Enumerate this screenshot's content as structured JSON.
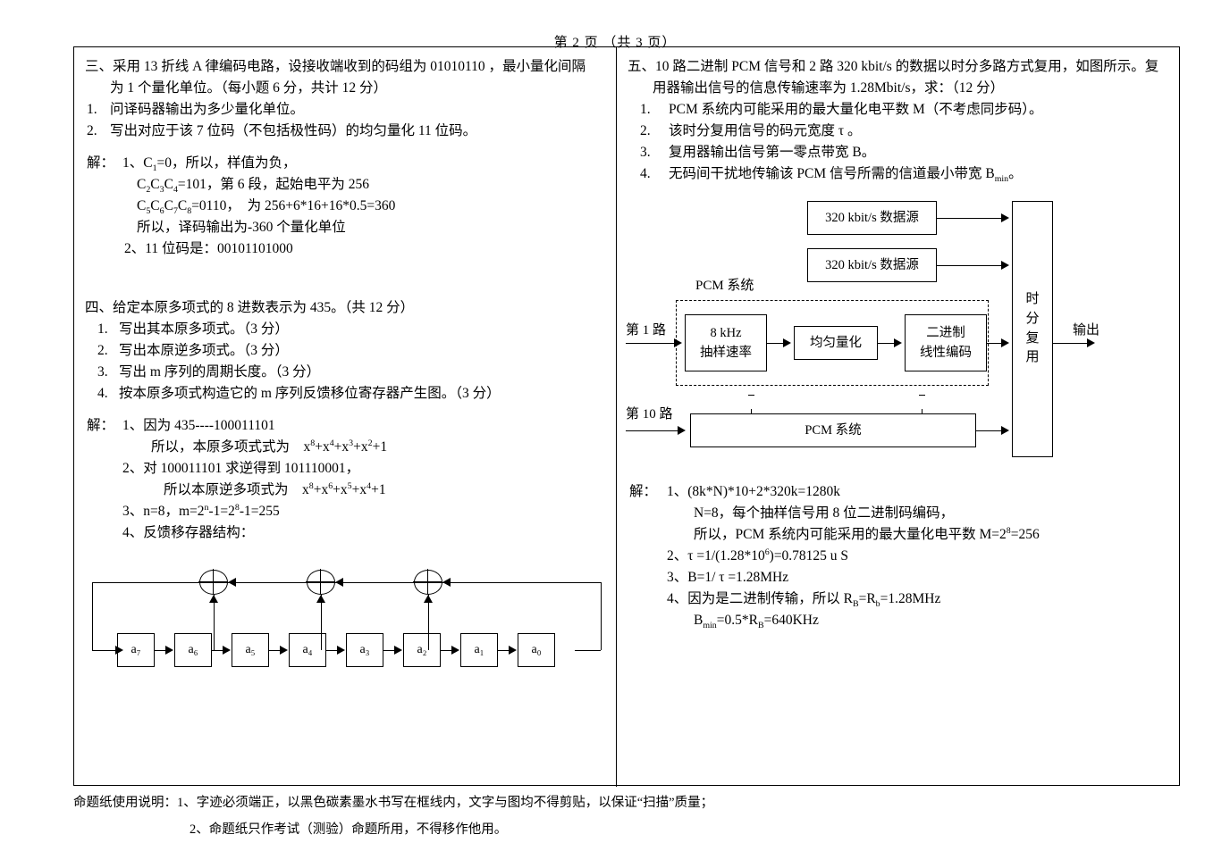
{
  "header": {
    "page_label": "第 2  页   （共 3  页）"
  },
  "left_column": {
    "q3": {
      "line1": "三、采用 13 折线 A 律编码电路，设接收端收到的码组为 01010110 ，最小量化间隔",
      "line2": "为 1 个量化单位。（每小题 6 分，共计 12 分）",
      "item1_num": "1.",
      "item1": "问译码器输出为多少量化单位。",
      "item2_num": "2.",
      "item2": "写出对应于该 7 位码（不包括极性码）的均匀量化 11 位码。",
      "sol_label": "解：",
      "sol1": "1、C₁=0，所以，样值为负，",
      "sol2": "C₂C₃C₄=101，第 6 段，起始电平为 256",
      "sol3": "C₅C₆C₇C₈=0110，  为 256+6*16+16*0.5=360",
      "sol4": "所以，译码输出为-360 个量化单位",
      "sol5": "2、11 位码是：00101101000"
    },
    "q4": {
      "line1": "四、给定本原多项式的 8 进数表示为 435。（共 12 分）",
      "item1_num": "1.",
      "item1": "写出其本原多项式。（3 分）",
      "item2_num": "2.",
      "item2": "写出本原逆多项式。（3 分）",
      "item3_num": "3.",
      "item3": "写出 m 序列的周期长度。（3 分）",
      "item4_num": "4.",
      "item4": "按本原多项式构造它的 m 序列反馈移位寄存器产生图。（3 分）",
      "sol_label": "解：",
      "sol1": "1、因为 435----100011101",
      "sol2_pre": "所以，本原多项式式为    x",
      "sol2_full": "所以，本原多项式式为    x8+x4+x3+x2+1",
      "sol3": "2、对 100011101 求逆得到 101110001，",
      "sol4_full": "所以本原逆多项式为    x8+x6+x5+x4+1",
      "sol5_full": "3、n=8，m=2n-1=28-1=255",
      "sol6": "4、反馈移存器结构："
    },
    "shift_register": {
      "cells": [
        "a₇",
        "a₆",
        "a₅",
        "a₄",
        "a₃",
        "a₂",
        "a₁",
        "a₀"
      ],
      "xor_count": 3
    }
  },
  "right_column": {
    "q5": {
      "line1": "五、10 路二进制 PCM 信号和 2 路 320 kbit/s 的数据以时分多路方式复用，如图所示。复",
      "line2": "用器输出信号的信息传输速率为 1.28Mbit/s，求：（12 分）",
      "item1_num": "1.",
      "item1": "PCM 系统内可能采用的最大量化电平数 M（不考虑同步码）。",
      "item2_num": "2.",
      "item2": "该时分复用信号的码元宽度 τ 。",
      "item3_num": "3.",
      "item3": "复用器输出信号第一零点带宽 B。",
      "item4_num": "4.",
      "item4_full": "无码间干扰地传输该 PCM 信号所需的信道最小带宽 Bmin。",
      "sol_label": "解：",
      "sol1": "1、(8k*N)*10+2*320k=1280k",
      "sol2": "N=8，每个抽样信号用 8 位二进制码编码，",
      "sol3_full": "所以，PCM 系统内可能采用的最大量化电平数 M=28=256",
      "sol4_full": "2、τ =1/(1.28*106)=0.78125 u S",
      "sol5": "3、B=1/ τ =1.28MHz",
      "sol6_full": "4、因为是二进制传输，所以 RB=Rb=1.28MHz",
      "sol7_full": "Bmin=0.5*RB=640KHz"
    },
    "diagram": {
      "data_source_1": "320 kbit/s  数据源",
      "data_source_2": "320 kbit/s  数据源",
      "pcm_group_label": "PCM 系统",
      "ch1_label": "第 1 路",
      "ch10_label": "第 10 路",
      "block_sample_l1": "8 kHz",
      "block_sample_l2": "抽样速率",
      "block_quant": "均匀量化",
      "block_encode_l1": "二进制",
      "block_encode_l2": "线性编码",
      "block_pcm_bottom": "PCM 系统",
      "mux_chars": [
        "时",
        "分",
        "复",
        "用"
      ],
      "output_label": "输出"
    }
  },
  "footer": {
    "line1": "命题纸使用说明：1、字迹必须端正，以黑色碳素墨水书写在框线内，文字与图均不得剪贴，以保证“扫描”质量；",
    "line2": "2、命题纸只作考试（测验）命题所用，不得移作他用。"
  }
}
